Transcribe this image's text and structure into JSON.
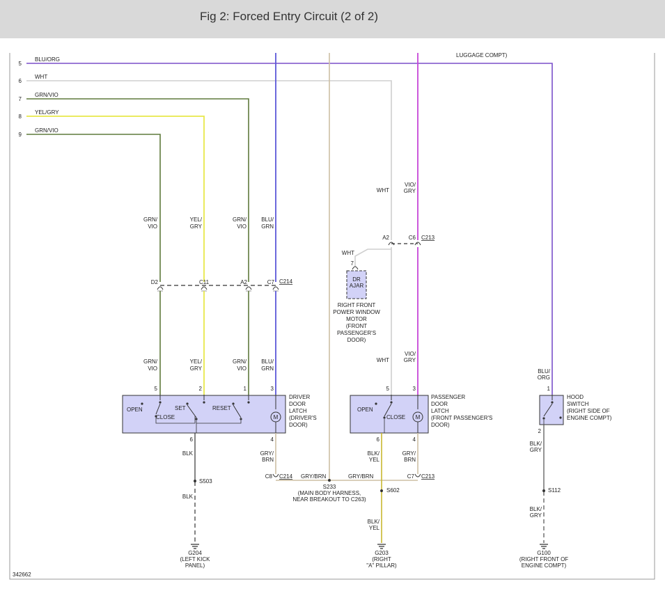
{
  "header": {
    "title": "Fig 2: Forced Entry Circuit (2 of 2)"
  },
  "figure_id": "342662",
  "colors": {
    "blu_org": "#7a4fc9",
    "wht": "#cfcfcf",
    "grn_vio": "#5f7a3c",
    "yel_gry": "#e8e84a",
    "blu_grn": "#5b57d8",
    "vio_gry": "#c646d8",
    "gry_brn": "#cdbfa4",
    "blk": "#333333",
    "blk_yel": "#c8b830",
    "blk_gry": "#666666",
    "component_fill": "#d2d2f7"
  },
  "pins": {
    "p5": "5",
    "p6": "6",
    "p7": "7",
    "p8": "8",
    "p9": "9",
    "p2": "2",
    "p1": "1",
    "p3": "3",
    "p4": "4"
  },
  "wires": {
    "blu_org": "BLU/ORG",
    "wht": "WHT",
    "grn_vio": "GRN/VIO",
    "yel_gry": "YEL/GRY",
    "blk": "BLK",
    "gry_brn": "GRY/BRN",
    "grn_a": "GRN/",
    "vio_b": "VIO",
    "yel_a": "YEL/",
    "gry_b": "GRY",
    "blu_a": "BLU/",
    "grn_b": "GRN",
    "vio_a": "VIO/",
    "org_b": "ORG",
    "blk_a": "BLK/",
    "yel_b": "YEL",
    "brn_b": "BRN",
    "gry_a": "GRY/"
  },
  "labels": {
    "luggage_compt": "LUGGAGE COMPT)"
  },
  "connectors": {
    "d2": "D2",
    "c11": "C11",
    "a2": "A2",
    "c7": "C7",
    "c214": "C214",
    "c6": "C6",
    "c213": "C213",
    "c8": "C8"
  },
  "components": {
    "dr_ajar_a": "DR",
    "dr_ajar_b": "AJAR",
    "rfpwm": [
      "RIGHT FRONT",
      "POWER WINDOW",
      "MOTOR",
      "(FRONT",
      "PASSENGER'S",
      "DOOR)"
    ],
    "driver_latch": [
      "DRIVER",
      "DOOR",
      "LATCH",
      "(DRIVER'S",
      "DOOR)"
    ],
    "passenger_latch": [
      "PASSENGER",
      "DOOR",
      "LATCH",
      "(FRONT PASSENGER'S",
      "DOOR)"
    ],
    "hood_switch": [
      "HOOD",
      "SWITCH",
      "(RIGHT SIDE OF",
      "ENGINE COMPT)"
    ],
    "open": "OPEN",
    "close": "CLOSE",
    "set": "SET",
    "reset": "RESET",
    "motor": "M"
  },
  "splices": {
    "s503": "S503",
    "s233": "S233",
    "s233_desc_a": "(MAIN BODY HARNESS,",
    "s233_desc_b": "NEAR BREAKOUT TO C263)",
    "s602": "S602",
    "s112": "S112"
  },
  "grounds": {
    "g204": [
      "G204",
      "(LEFT KICK",
      "PANEL)"
    ],
    "g203": [
      "G203",
      "(RIGHT",
      "\"A\" PILLAR)"
    ],
    "g100": [
      "G100",
      "(RIGHT FRONT OF",
      "ENGINE COMPT)"
    ]
  }
}
